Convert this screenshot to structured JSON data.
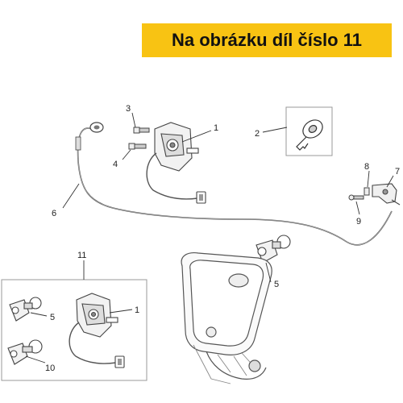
{
  "header": {
    "title": "Na obrázku díl číslo 11"
  },
  "callouts": [
    "1",
    "2",
    "3",
    "4",
    "5",
    "6",
    "7",
    "8",
    "9",
    "10",
    "11",
    "1",
    "5"
  ],
  "colors": {
    "accent": "#f8c313",
    "line": "#333333",
    "part": "#666666",
    "box": "#999999"
  }
}
